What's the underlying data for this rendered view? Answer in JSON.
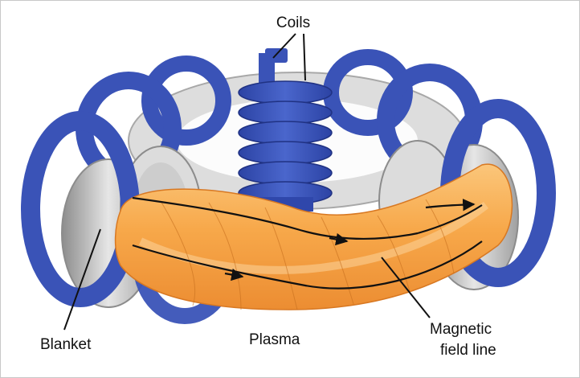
{
  "diagram": {
    "labels": {
      "coils": "Coils",
      "blanket": "Blanket",
      "plasma": "Plasma",
      "field_line_1": "Magnetic",
      "field_line_2": "field line"
    },
    "colors": {
      "coil_blue": "#3a53b7",
      "coil_blue_dark": "#25388f",
      "plasma_orange": "#f7a84a",
      "plasma_light": "#fbc578",
      "plasma_dark": "#e8862a",
      "blanket_grey": "#b7b7b7",
      "blanket_light": "#e2e2e2",
      "blanket_dark": "#8e8e8e",
      "line_black": "#111111"
    }
  }
}
